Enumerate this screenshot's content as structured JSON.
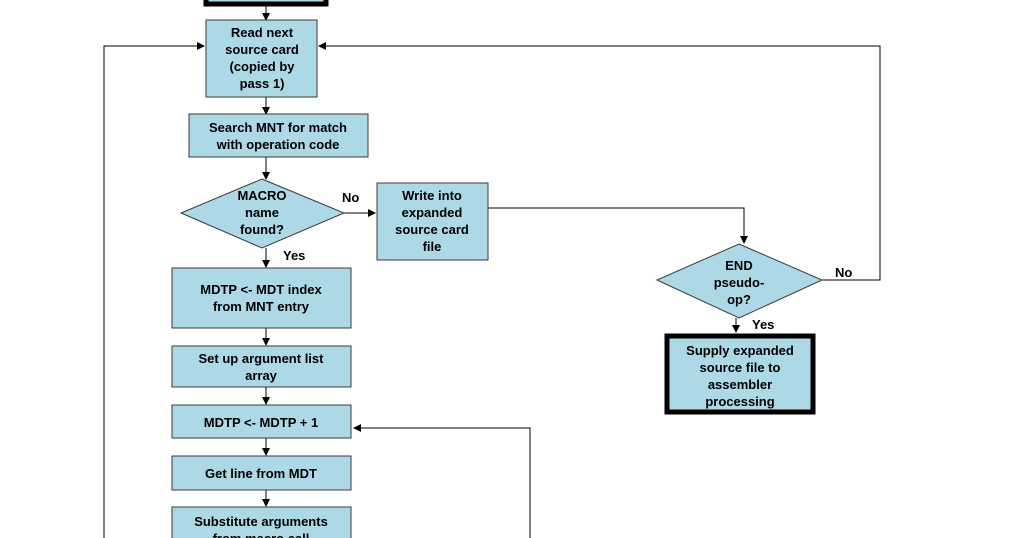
{
  "colors": {
    "node_fill": "#add8e6",
    "line": "#000000",
    "background": "#ffffff"
  },
  "nodes": {
    "read_next": "Read next\nsource card\n(copied by\npass 1)",
    "search_mnt": "Search MNT for  match\nwith operation code",
    "macro_found": "MACRO\nname\nfound?",
    "write_expanded": "Write into\nexpanded\nsource card\nfile",
    "mdtp_from_mnt": "MDTP <- MDT index\nfrom MNT entry",
    "setup_args": "Set up argument list\narray",
    "mdtp_increment": "MDTP <- MDTP + 1",
    "get_line": "Get line from MDT",
    "substitute": "Substitute arguments\nfrom macro call",
    "end_pseudo": "END\npseudo-\nop?",
    "supply_expanded": "Supply expanded\nsource file to\nassembler\nprocessing"
  },
  "edge_labels": {
    "macro_no": "No",
    "macro_yes": "Yes",
    "end_no": "No",
    "end_yes": "Yes"
  }
}
